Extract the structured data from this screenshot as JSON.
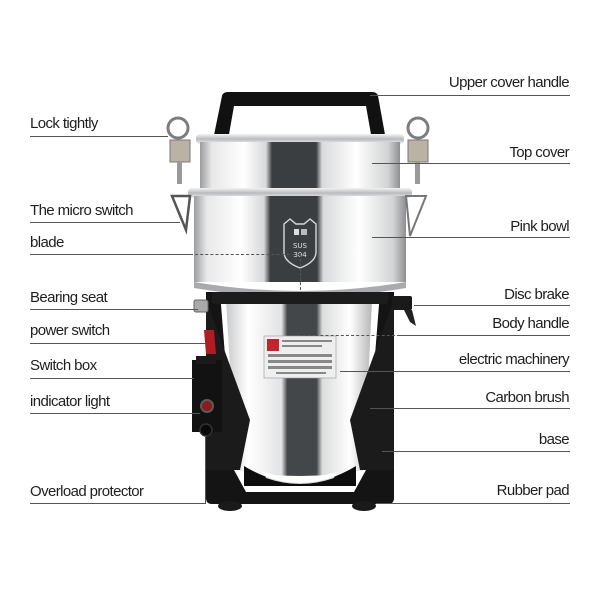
{
  "diagram": {
    "subject": "Stainless steel grinder (powder mill) parts diagram",
    "left_labels": [
      {
        "id": "lock",
        "text": "Lock tightly"
      },
      {
        "id": "micro",
        "text": "The micro switch"
      },
      {
        "id": "blade",
        "text": "blade"
      },
      {
        "id": "bearing",
        "text": "Bearing seat"
      },
      {
        "id": "power",
        "text": "power switch"
      },
      {
        "id": "switchbox",
        "text": "Switch box"
      },
      {
        "id": "indicator",
        "text": "indicator light"
      },
      {
        "id": "overload",
        "text": "Overload protector"
      }
    ],
    "right_labels": [
      {
        "id": "handle",
        "text": "Upper cover handle"
      },
      {
        "id": "topcover",
        "text": "Top cover"
      },
      {
        "id": "bowl",
        "text": "Pink bowl"
      },
      {
        "id": "disc",
        "text": "Disc brake"
      },
      {
        "id": "bodyhandle",
        "text": "Body handle"
      },
      {
        "id": "motor",
        "text": "electric machinery"
      },
      {
        "id": "carbon",
        "text": "Carbon brush"
      },
      {
        "id": "base",
        "text": "base"
      },
      {
        "id": "rubber",
        "text": "Rubber pad"
      }
    ],
    "badge": {
      "line1": "SUS",
      "line2": "304"
    },
    "colors": {
      "steel_light": "#e9e9ea",
      "steel_dark": "#3a3d40",
      "frame": "#141414",
      "switch_red": "#b01c22",
      "line": "#555555"
    }
  }
}
